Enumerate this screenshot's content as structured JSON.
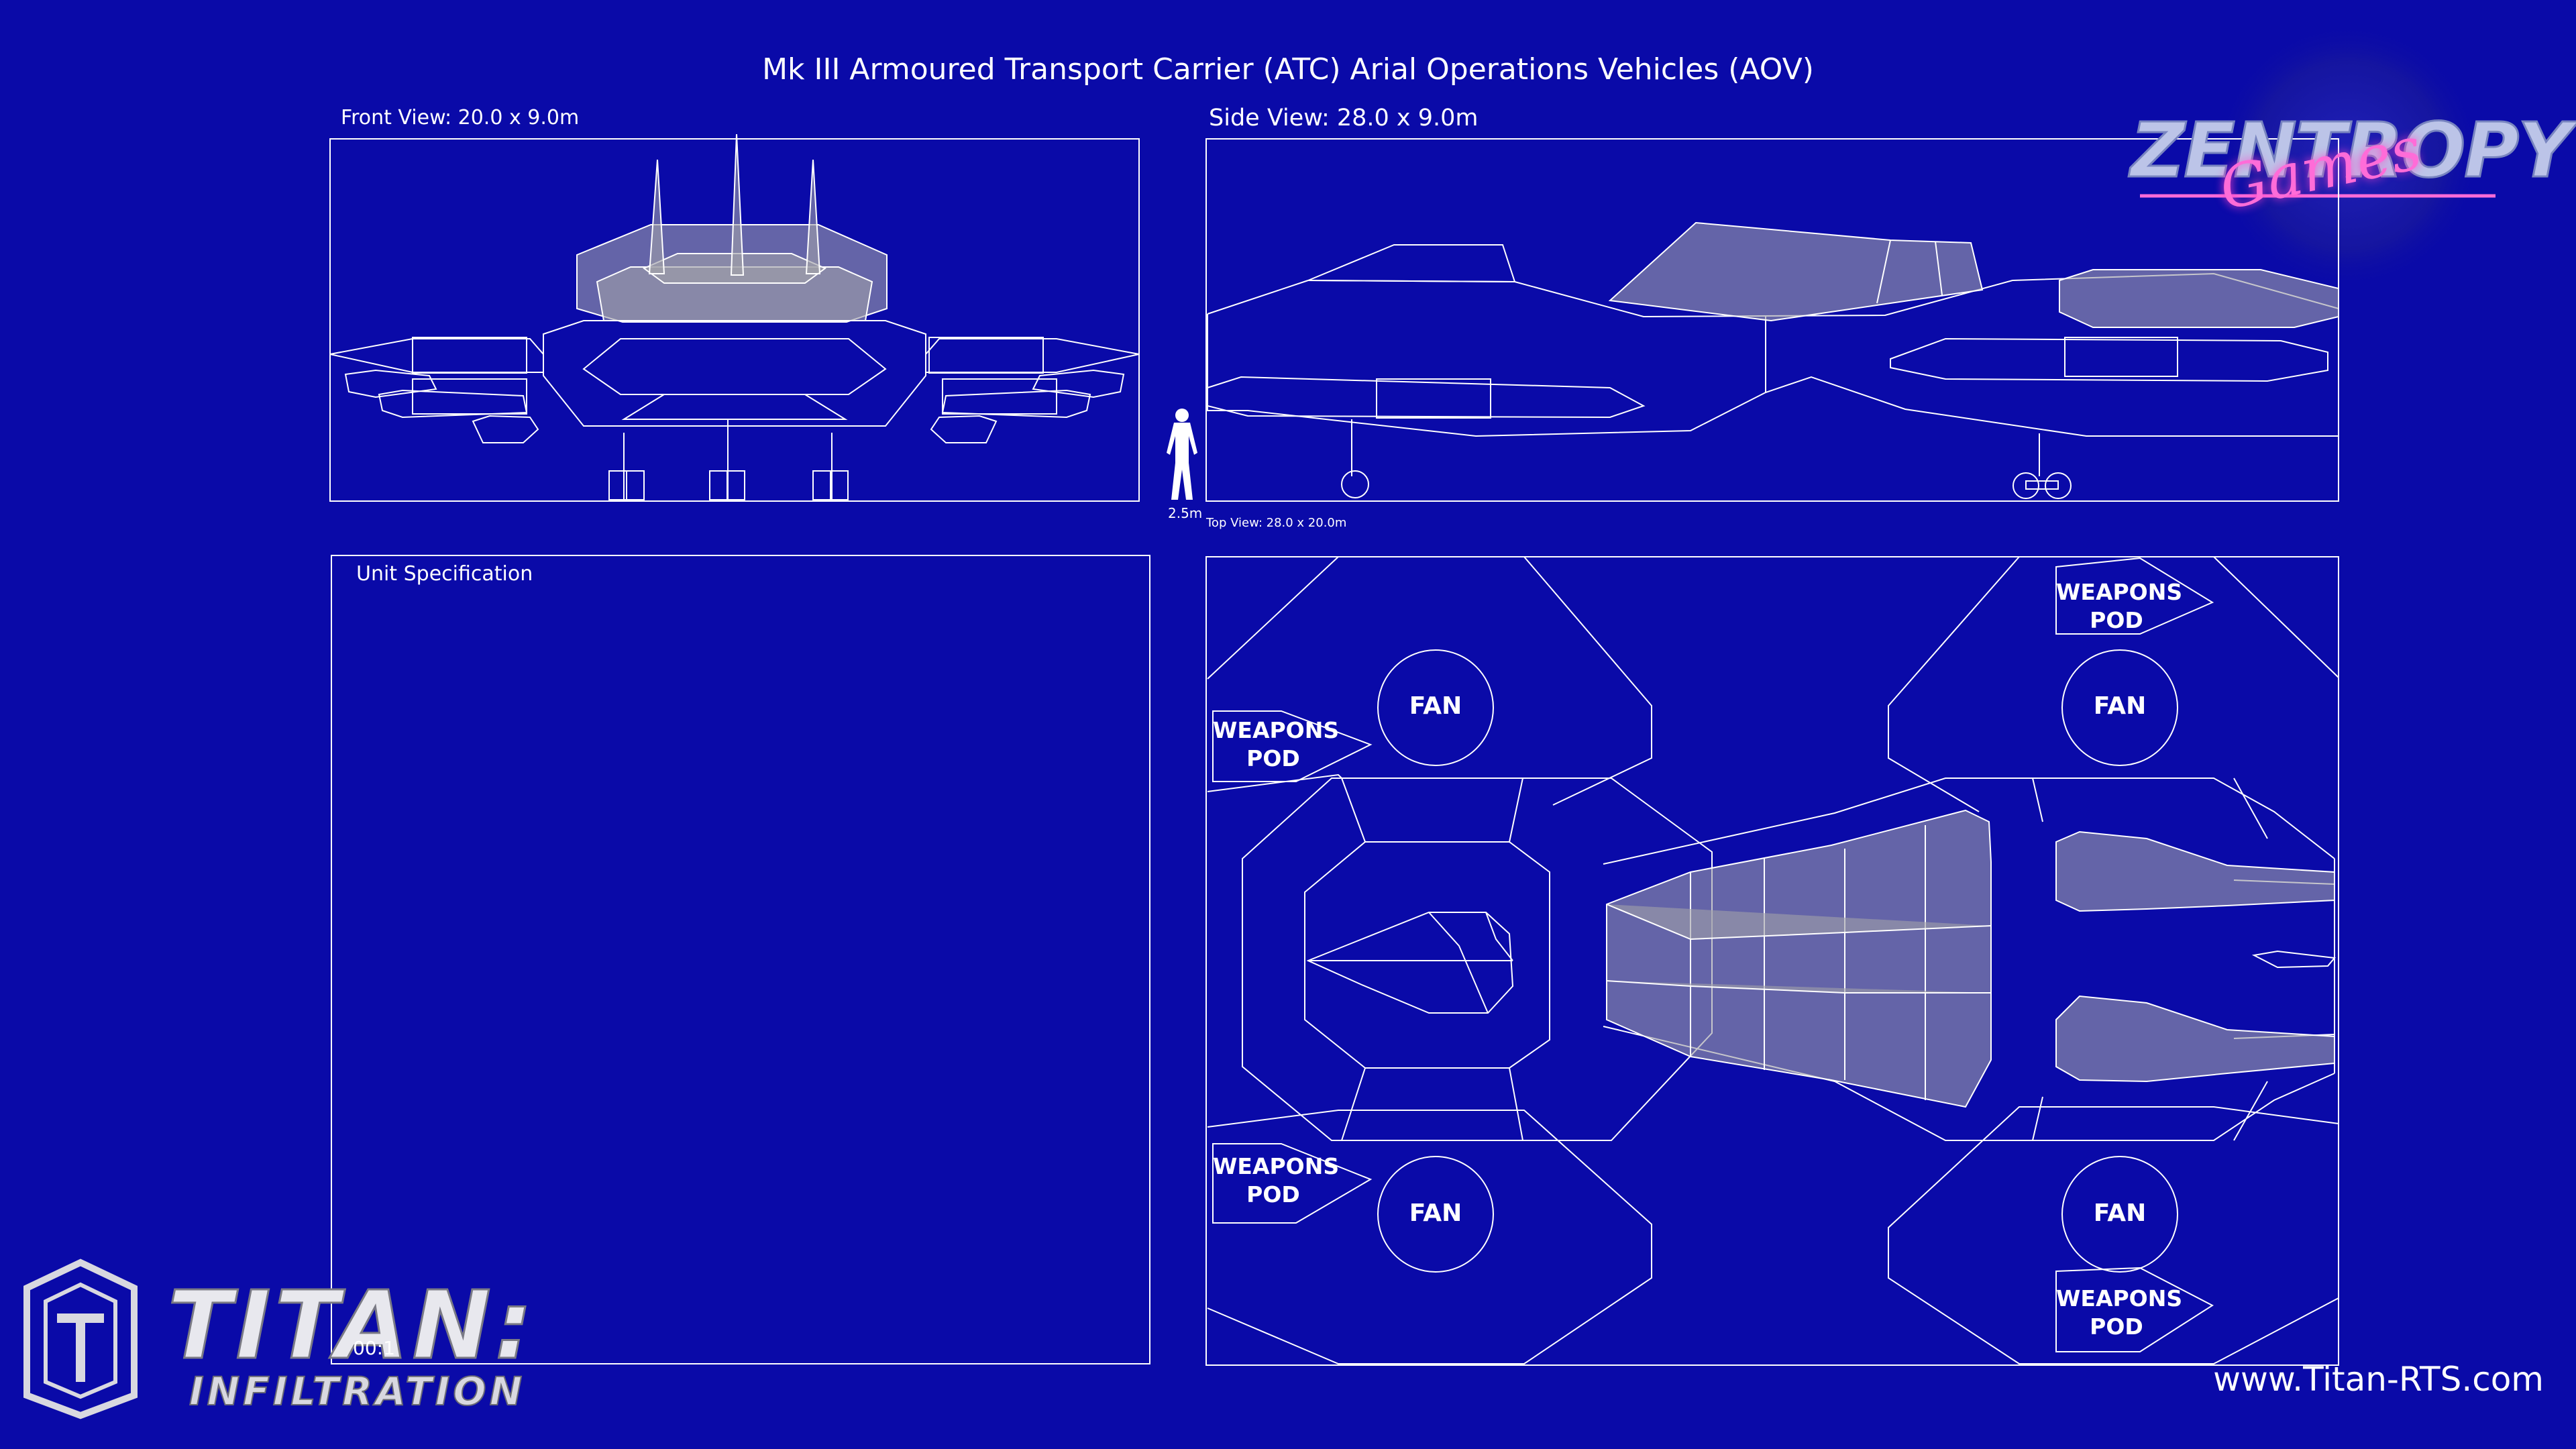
{
  "title": "Mk III Armoured Transport Carrier (ATC) Arial Operations Vehicles (AOV)",
  "views": {
    "front": "Front View: 20.0 x 9.0m",
    "side": "Side View: 28.0 x 9.0m",
    "top": "Top View: 28.0 x 20.0m",
    "scale_figure": "2.5m"
  },
  "spec_panel": {
    "label": "Unit Specification"
  },
  "top_view_labels": {
    "pods": [
      "WEAPONS\nPOD",
      "WEAPONS\nPOD",
      "WEAPONS\nPOD",
      "WEAPONS\nPOD"
    ],
    "fans": [
      "FAN",
      "FAN",
      "FAN",
      "FAN"
    ]
  },
  "footer": {
    "website": "www.Titan-RTS.com",
    "timer": "00:1"
  },
  "logos": {
    "titan": "TITAN:",
    "infiltration": "INFILTRATION",
    "zentropy": "ZENTROPY",
    "games": "Games"
  },
  "colors": {
    "background": "#0a0aa8",
    "line": "#ffffff",
    "fill": "#a0a0a8"
  }
}
